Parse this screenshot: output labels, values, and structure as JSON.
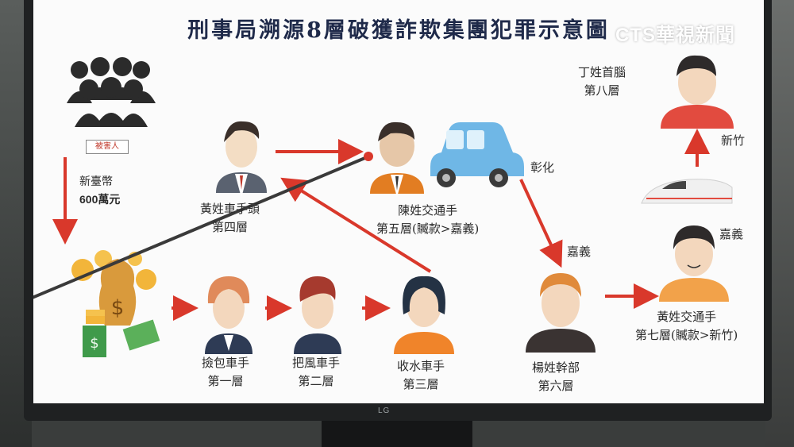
{
  "title": "刑事局溯源8層破獲詐欺集團犯罪示意圖",
  "watermark": "CTS華視新聞",
  "monitor_brand": "LG",
  "victims": {
    "label": "被害人"
  },
  "money": {
    "line1": "新臺幣",
    "line2": "600萬元"
  },
  "nodes": {
    "layer4": {
      "name": "黃姓車手頭",
      "layer": "第四層"
    },
    "layer5": {
      "name": "陳姓交通手",
      "layer": "第五層(贓款>嘉義)"
    },
    "layer8": {
      "name": "丁姓首腦",
      "layer": "第八層"
    },
    "layer7": {
      "name": "黃姓交通手",
      "layer": "第七層(贓款>新竹)"
    },
    "layer1": {
      "name": "撿包車手",
      "layer": "第一層"
    },
    "layer2": {
      "name": "把風車手",
      "layer": "第二層"
    },
    "layer3": {
      "name": "收水車手",
      "layer": "第三層"
    },
    "layer6": {
      "name": "楊姓幹部",
      "layer": "第六層"
    }
  },
  "locations": {
    "changhua": "彰化",
    "chiayi_1": "嘉義",
    "chiayi_2": "嘉義",
    "hsinchu": "新竹"
  },
  "colors": {
    "arrow": "#d9382b",
    "title": "#1f2a4a",
    "screen": "#fbfbfb"
  }
}
